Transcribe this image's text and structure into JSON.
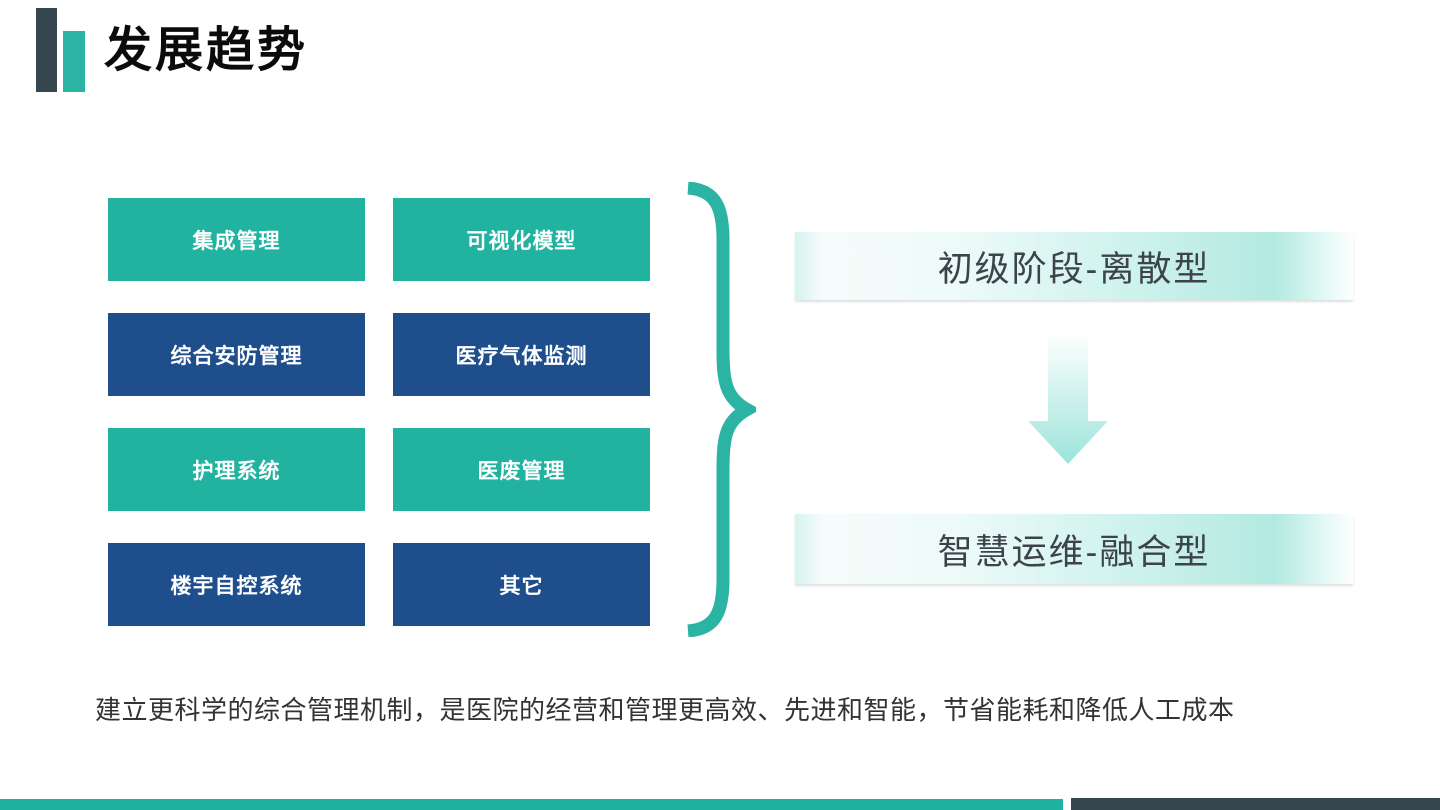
{
  "title": "发展趋势",
  "boxes": [
    {
      "label": "集成管理",
      "style": "teal"
    },
    {
      "label": "可视化模型",
      "style": "teal"
    },
    {
      "label": "综合安防管理",
      "style": "blue"
    },
    {
      "label": "医疗气体监测",
      "style": "blue"
    },
    {
      "label": "护理系统",
      "style": "teal"
    },
    {
      "label": "医废管理",
      "style": "teal"
    },
    {
      "label": "楼宇自控系统",
      "style": "blue"
    },
    {
      "label": "其它",
      "style": "blue"
    }
  ],
  "stages": [
    {
      "label": "初级阶段-离散型"
    },
    {
      "label": "智慧运维-融合型"
    }
  ],
  "summary": "建立更科学的综合管理机制，是医院的经营和管理更高效、先进和智能，节省能耗和降低人工成本",
  "colors": {
    "box_teal": "#21B2A0",
    "box_blue": "#1F4E8C",
    "accent_dark": "#37474F",
    "accent_teal": "#2BB3A3",
    "brace": "#2BB3A3",
    "stage_band_mint": "#AEE8E0",
    "stage_text": "#3D434B",
    "arrow_gradient_start": "#FEFFFF",
    "arrow_gradient_end": "#9CE4DB",
    "footer_teal": "#1FB2A0",
    "footer_dark": "#37474F",
    "summary_text": "#333333"
  }
}
